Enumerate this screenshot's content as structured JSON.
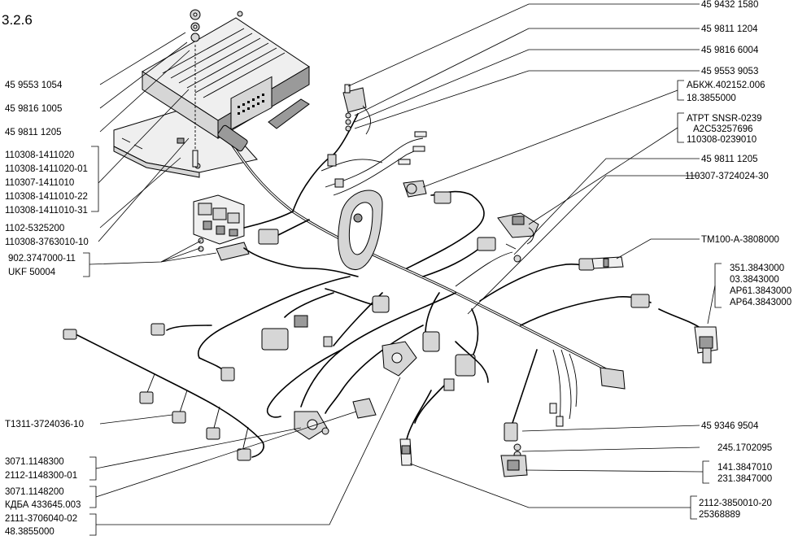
{
  "figure_number": "3.2.6",
  "labels_left": [
    {
      "id": "l1",
      "text": "45 9553 1054"
    },
    {
      "id": "l2",
      "text": "45 9816 1005"
    },
    {
      "id": "l3",
      "text": "45 9811 1205"
    },
    {
      "id": "l4a",
      "text": "110308-1411020"
    },
    {
      "id": "l4b",
      "text": "110308-1411020-01"
    },
    {
      "id": "l4c",
      "text": "110307-1411010"
    },
    {
      "id": "l4d",
      "text": "110308-1411010-22"
    },
    {
      "id": "l4e",
      "text": "110308-1411010-31"
    },
    {
      "id": "l5",
      "text": "1102-5325200"
    },
    {
      "id": "l6",
      "text": "110308-3763010-10"
    },
    {
      "id": "l7a",
      "text": "902.3747000-11"
    },
    {
      "id": "l7b",
      "text": "UKF 50004"
    },
    {
      "id": "l8",
      "text": "T1311-3724036-10"
    },
    {
      "id": "l9a",
      "text": "3071.1148300"
    },
    {
      "id": "l9b",
      "text": "2112-1148300-01"
    },
    {
      "id": "l10a",
      "text": "3071.1148200"
    },
    {
      "id": "l10b",
      "text": "КДБА 433645.003"
    },
    {
      "id": "l11a",
      "text": "2111-3706040-02"
    },
    {
      "id": "l11b",
      "text": "48.3855000"
    }
  ],
  "labels_right": [
    {
      "id": "r1",
      "text": "45 9432 1580"
    },
    {
      "id": "r2",
      "text": "45 9811 1204"
    },
    {
      "id": "r3",
      "text": "45 9816 6004"
    },
    {
      "id": "r4",
      "text": "45 9553 9053"
    },
    {
      "id": "r5a",
      "text": "АБКЖ.402152.006"
    },
    {
      "id": "r5b",
      "text": "18.3855000"
    },
    {
      "id": "r6a",
      "text": "АТРТ SNSR-0239"
    },
    {
      "id": "r6b",
      "text": "A2C53257696"
    },
    {
      "id": "r6c",
      "text": "110308-0239010"
    },
    {
      "id": "r7",
      "text": "45 9811 1205"
    },
    {
      "id": "r8",
      "text": "110307-3724024-30"
    },
    {
      "id": "r9",
      "text": "TM100-A-3808000"
    },
    {
      "id": "r10a",
      "text": "351.3843000"
    },
    {
      "id": "r10b",
      "text": "03.3843000"
    },
    {
      "id": "r10c",
      "text": "AP61.3843000"
    },
    {
      "id": "r10d",
      "text": "AP64.3843000"
    },
    {
      "id": "r11",
      "text": "45 9346 9504"
    },
    {
      "id": "r12",
      "text": "245.1702095"
    },
    {
      "id": "r13a",
      "text": "141.3847010"
    },
    {
      "id": "r13b",
      "text": "231.3847000"
    },
    {
      "id": "r14a",
      "text": "2112-3850010-20"
    },
    {
      "id": "r14b",
      "text": "25368889"
    }
  ]
}
